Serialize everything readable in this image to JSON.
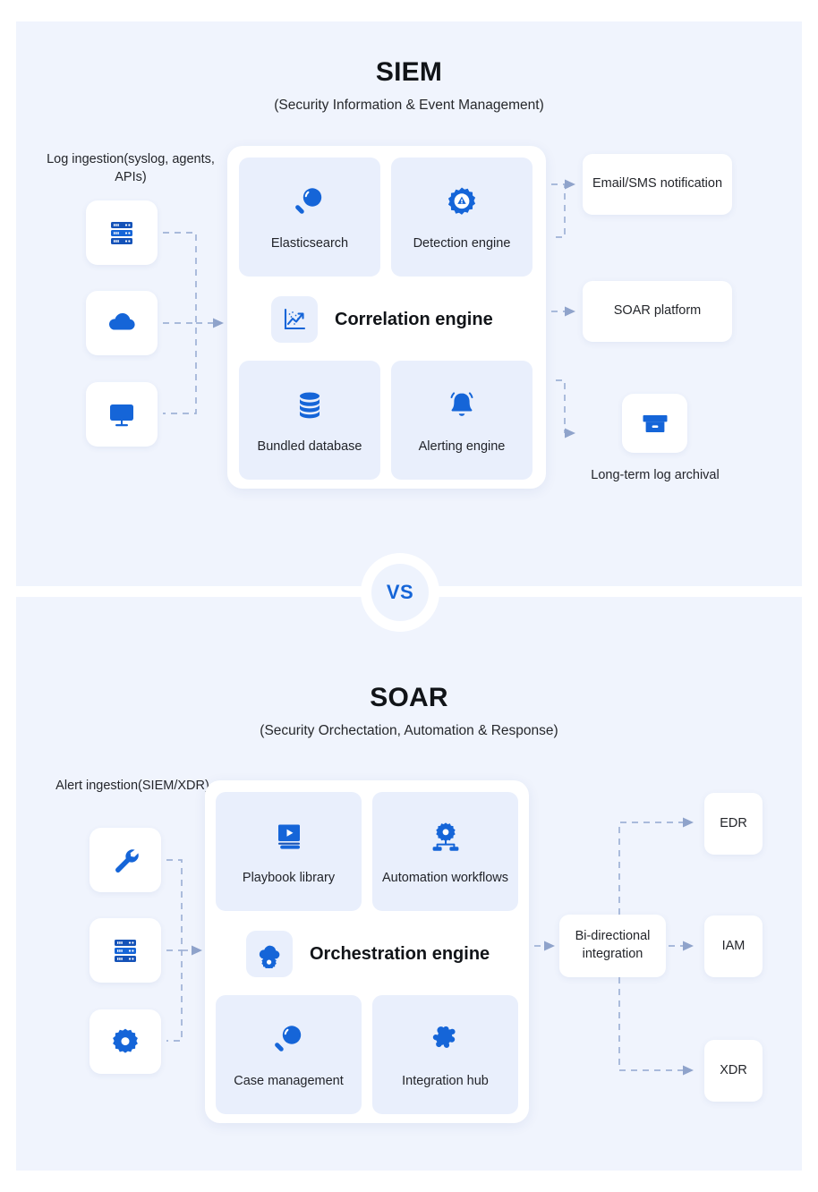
{
  "siem": {
    "title": "SIEM",
    "subtitle": "(Security Information & Event Management)",
    "input_caption": "Log ingestion(syslog, agents, APIs)",
    "input_icons": [
      {
        "name": "server-icon"
      },
      {
        "name": "cloud-icon"
      },
      {
        "name": "monitor-icon"
      }
    ],
    "cards": [
      {
        "label": "Elasticsearch",
        "icon": "magnifier-icon"
      },
      {
        "label": "Detection engine",
        "icon": "gear-alert-icon"
      },
      {
        "label": "Bundled database",
        "icon": "database-icon"
      },
      {
        "label": "Alerting engine",
        "icon": "bell-icon"
      }
    ],
    "engine": {
      "label": "Correlation engine",
      "icon": "trend-chart-icon"
    },
    "outputs": [
      {
        "label": "Email/SMS notification"
      },
      {
        "label": "SOAR platform"
      }
    ],
    "archive": {
      "label": "Long-term log archival",
      "icon": "archive-box-icon"
    }
  },
  "divider": {
    "label": "VS"
  },
  "soar": {
    "title": "SOAR",
    "subtitle": "(Security Orchectation, Automation & Response)",
    "input_caption": "Alert ingestion(SIEM/XDR)",
    "input_icons": [
      {
        "name": "wrench-icon"
      },
      {
        "name": "server-icon"
      },
      {
        "name": "gear-icon"
      }
    ],
    "cards": [
      {
        "label": "Playbook library",
        "icon": "book-play-icon"
      },
      {
        "label": "Automation workflows",
        "icon": "workflow-gear-icon"
      },
      {
        "label": "Case management",
        "icon": "magnifier-icon"
      },
      {
        "label": "Integration hub",
        "icon": "puzzle-icon"
      }
    ],
    "engine": {
      "label": "Orchestration engine",
      "icon": "cloud-gear-icon"
    },
    "hub": {
      "label": "Bi-directional integration"
    },
    "outputs": [
      {
        "label": "EDR"
      },
      {
        "label": "IAM"
      },
      {
        "label": "XDR"
      }
    ]
  },
  "colors": {
    "page_bg": "#ffffff",
    "panel_bg": "#f0f4fd",
    "card_bg": "#e9effc",
    "white": "#ffffff",
    "brand_blue": "#1565d8",
    "icon_blue": "#1565d8",
    "icon_blue_dark": "#1452b8",
    "text_dark": "#111418",
    "text_body": "#24262b",
    "dash_line": "#9fb2d6"
  }
}
